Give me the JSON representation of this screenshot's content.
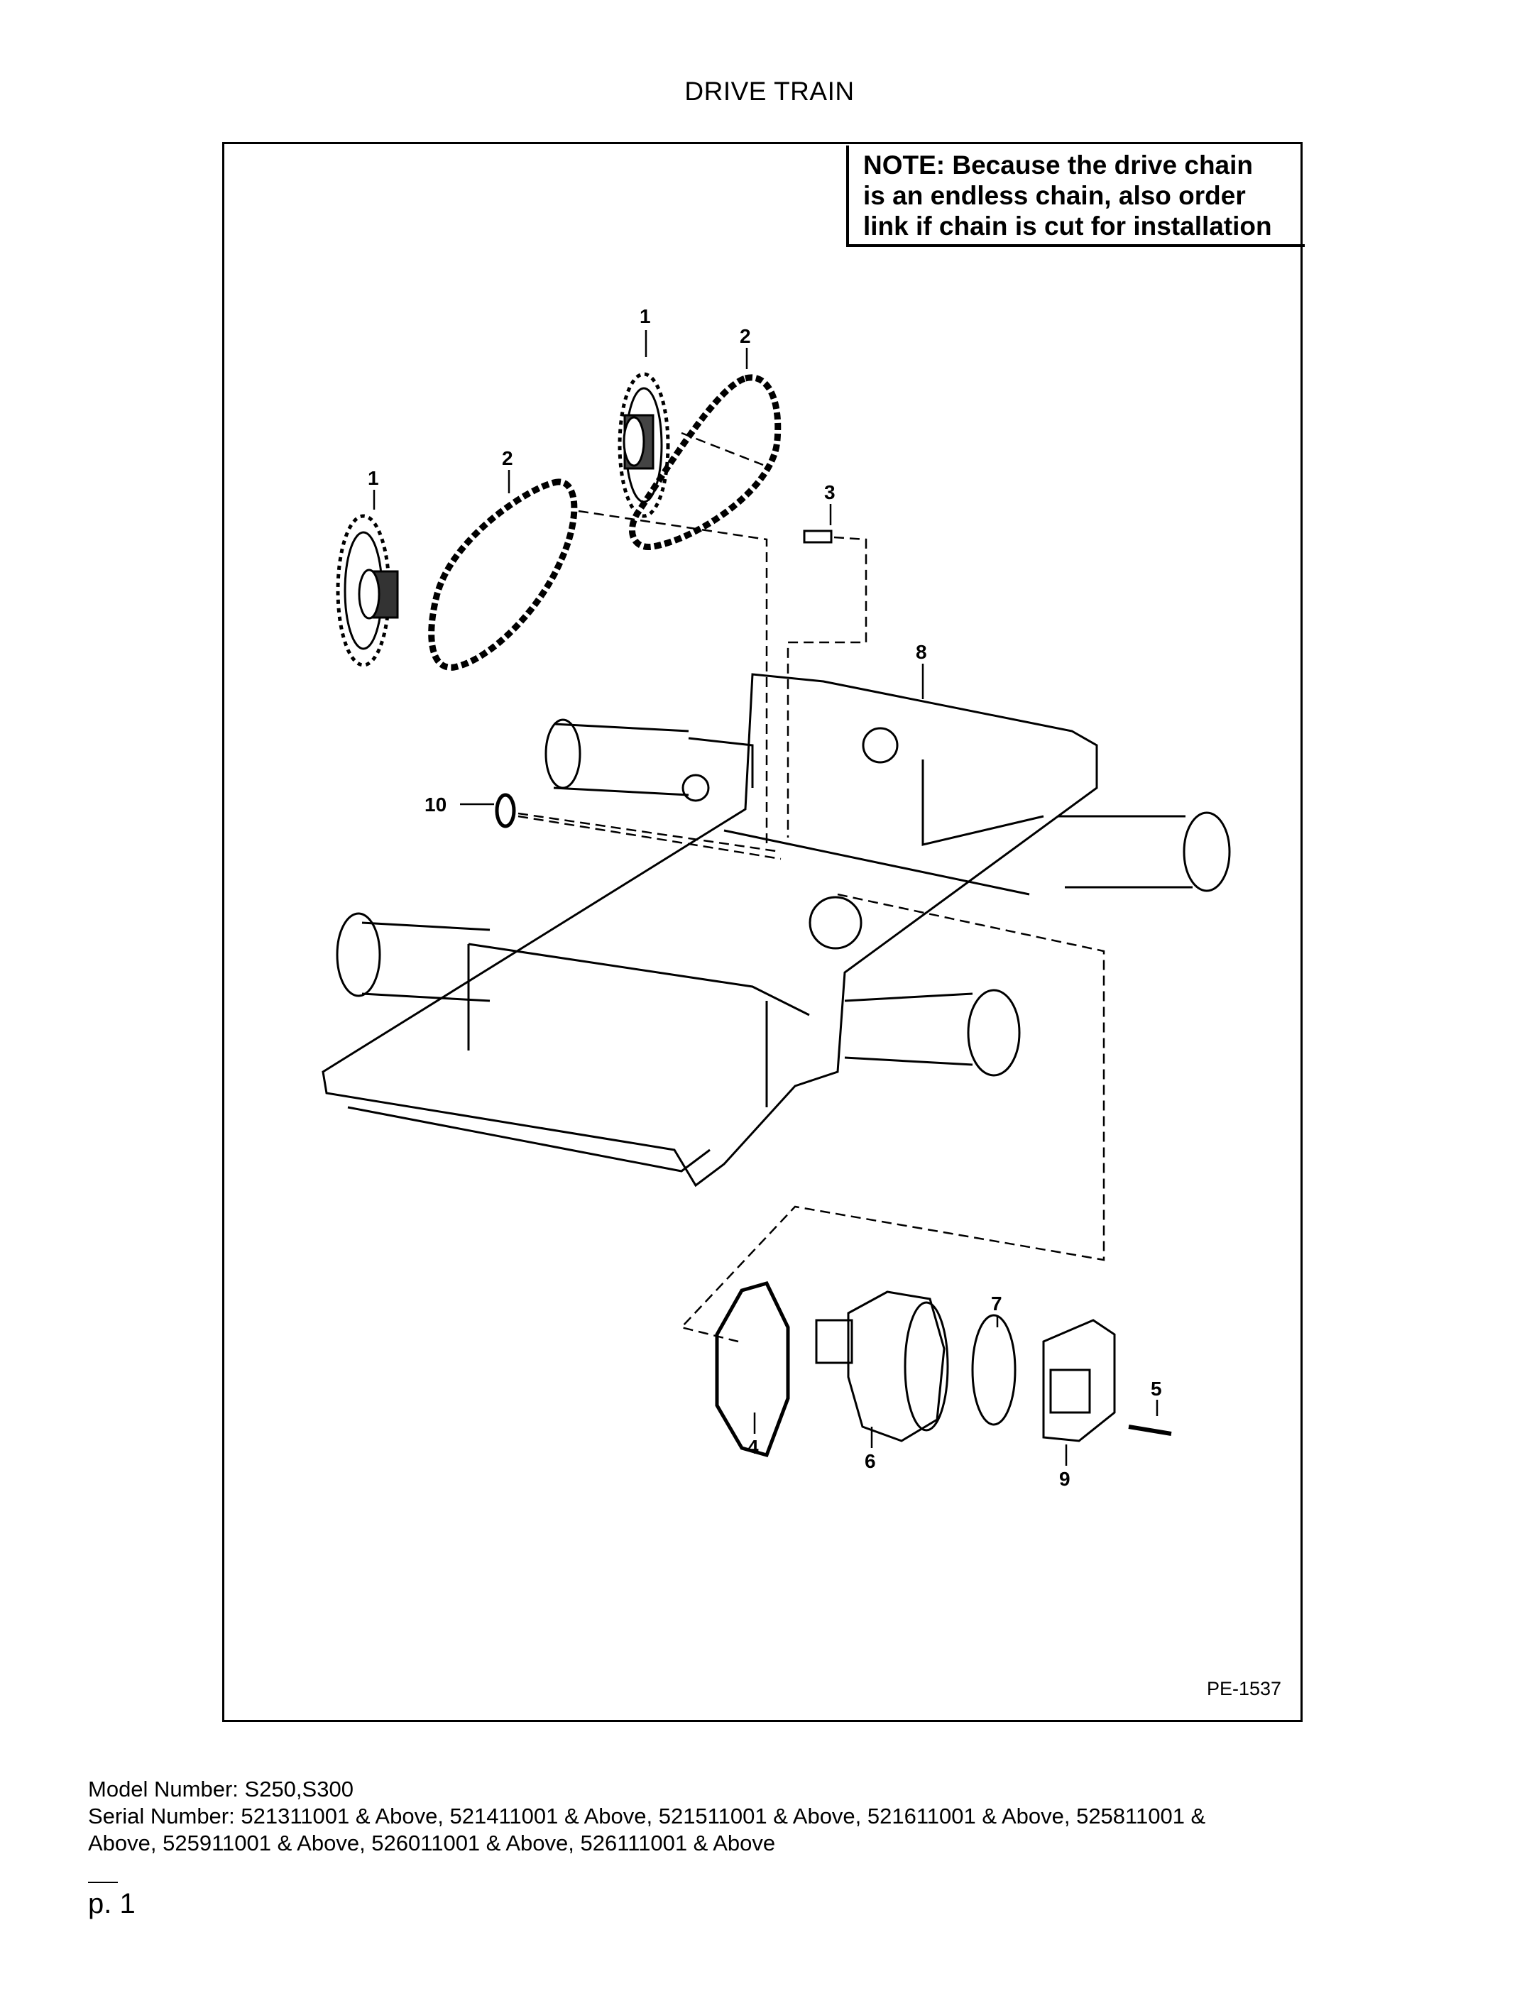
{
  "title": "DRIVE TRAIN",
  "note": {
    "line1": "NOTE: Because the drive chain",
    "line2": "is an endless chain, also order",
    "line3": "link if chain is cut for installation"
  },
  "callouts": [
    "1",
    "2",
    "1",
    "2",
    "3",
    "8",
    "10",
    "7",
    "5",
    "4",
    "6",
    "9"
  ],
  "figure_code": "PE-1537",
  "footer": {
    "model": "Model Number: S250,S300",
    "serial_line1": "Serial Number: 521311001 & Above, 521411001 & Above, 521511001 & Above, 521611001 & Above, 525811001 &",
    "serial_line2": "Above, 525911001 & Above, 526011001 & Above, 526111001 & Above"
  },
  "page_label": "p. 1"
}
